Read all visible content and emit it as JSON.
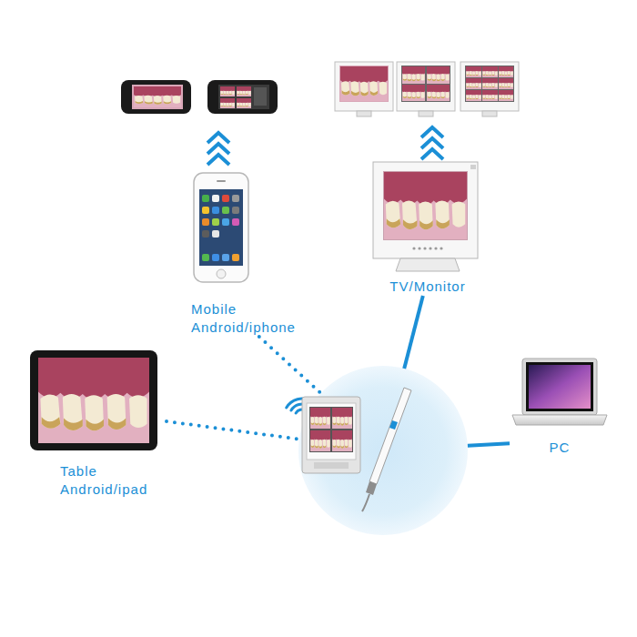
{
  "diagram": {
    "nodes": [
      {
        "text": [
          "Mobile Android/iphone"
        ]
      },
      {
        "text": [
          "TV/Monitor"
        ]
      },
      {
        "text": [
          "Table Android/ipad"
        ]
      },
      {
        "text": []
      },
      {
        "text": [
          "PC"
        ]
      }
    ],
    "edges": [
      {
        "from": 0,
        "to": 3,
        "arrow": "none"
      },
      {
        "from": 1,
        "to": 3,
        "arrow": "none"
      },
      {
        "from": 2,
        "to": 3,
        "arrow": "none"
      },
      {
        "from": 4,
        "to": 3,
        "arrow": "none"
      }
    ]
  }
}
